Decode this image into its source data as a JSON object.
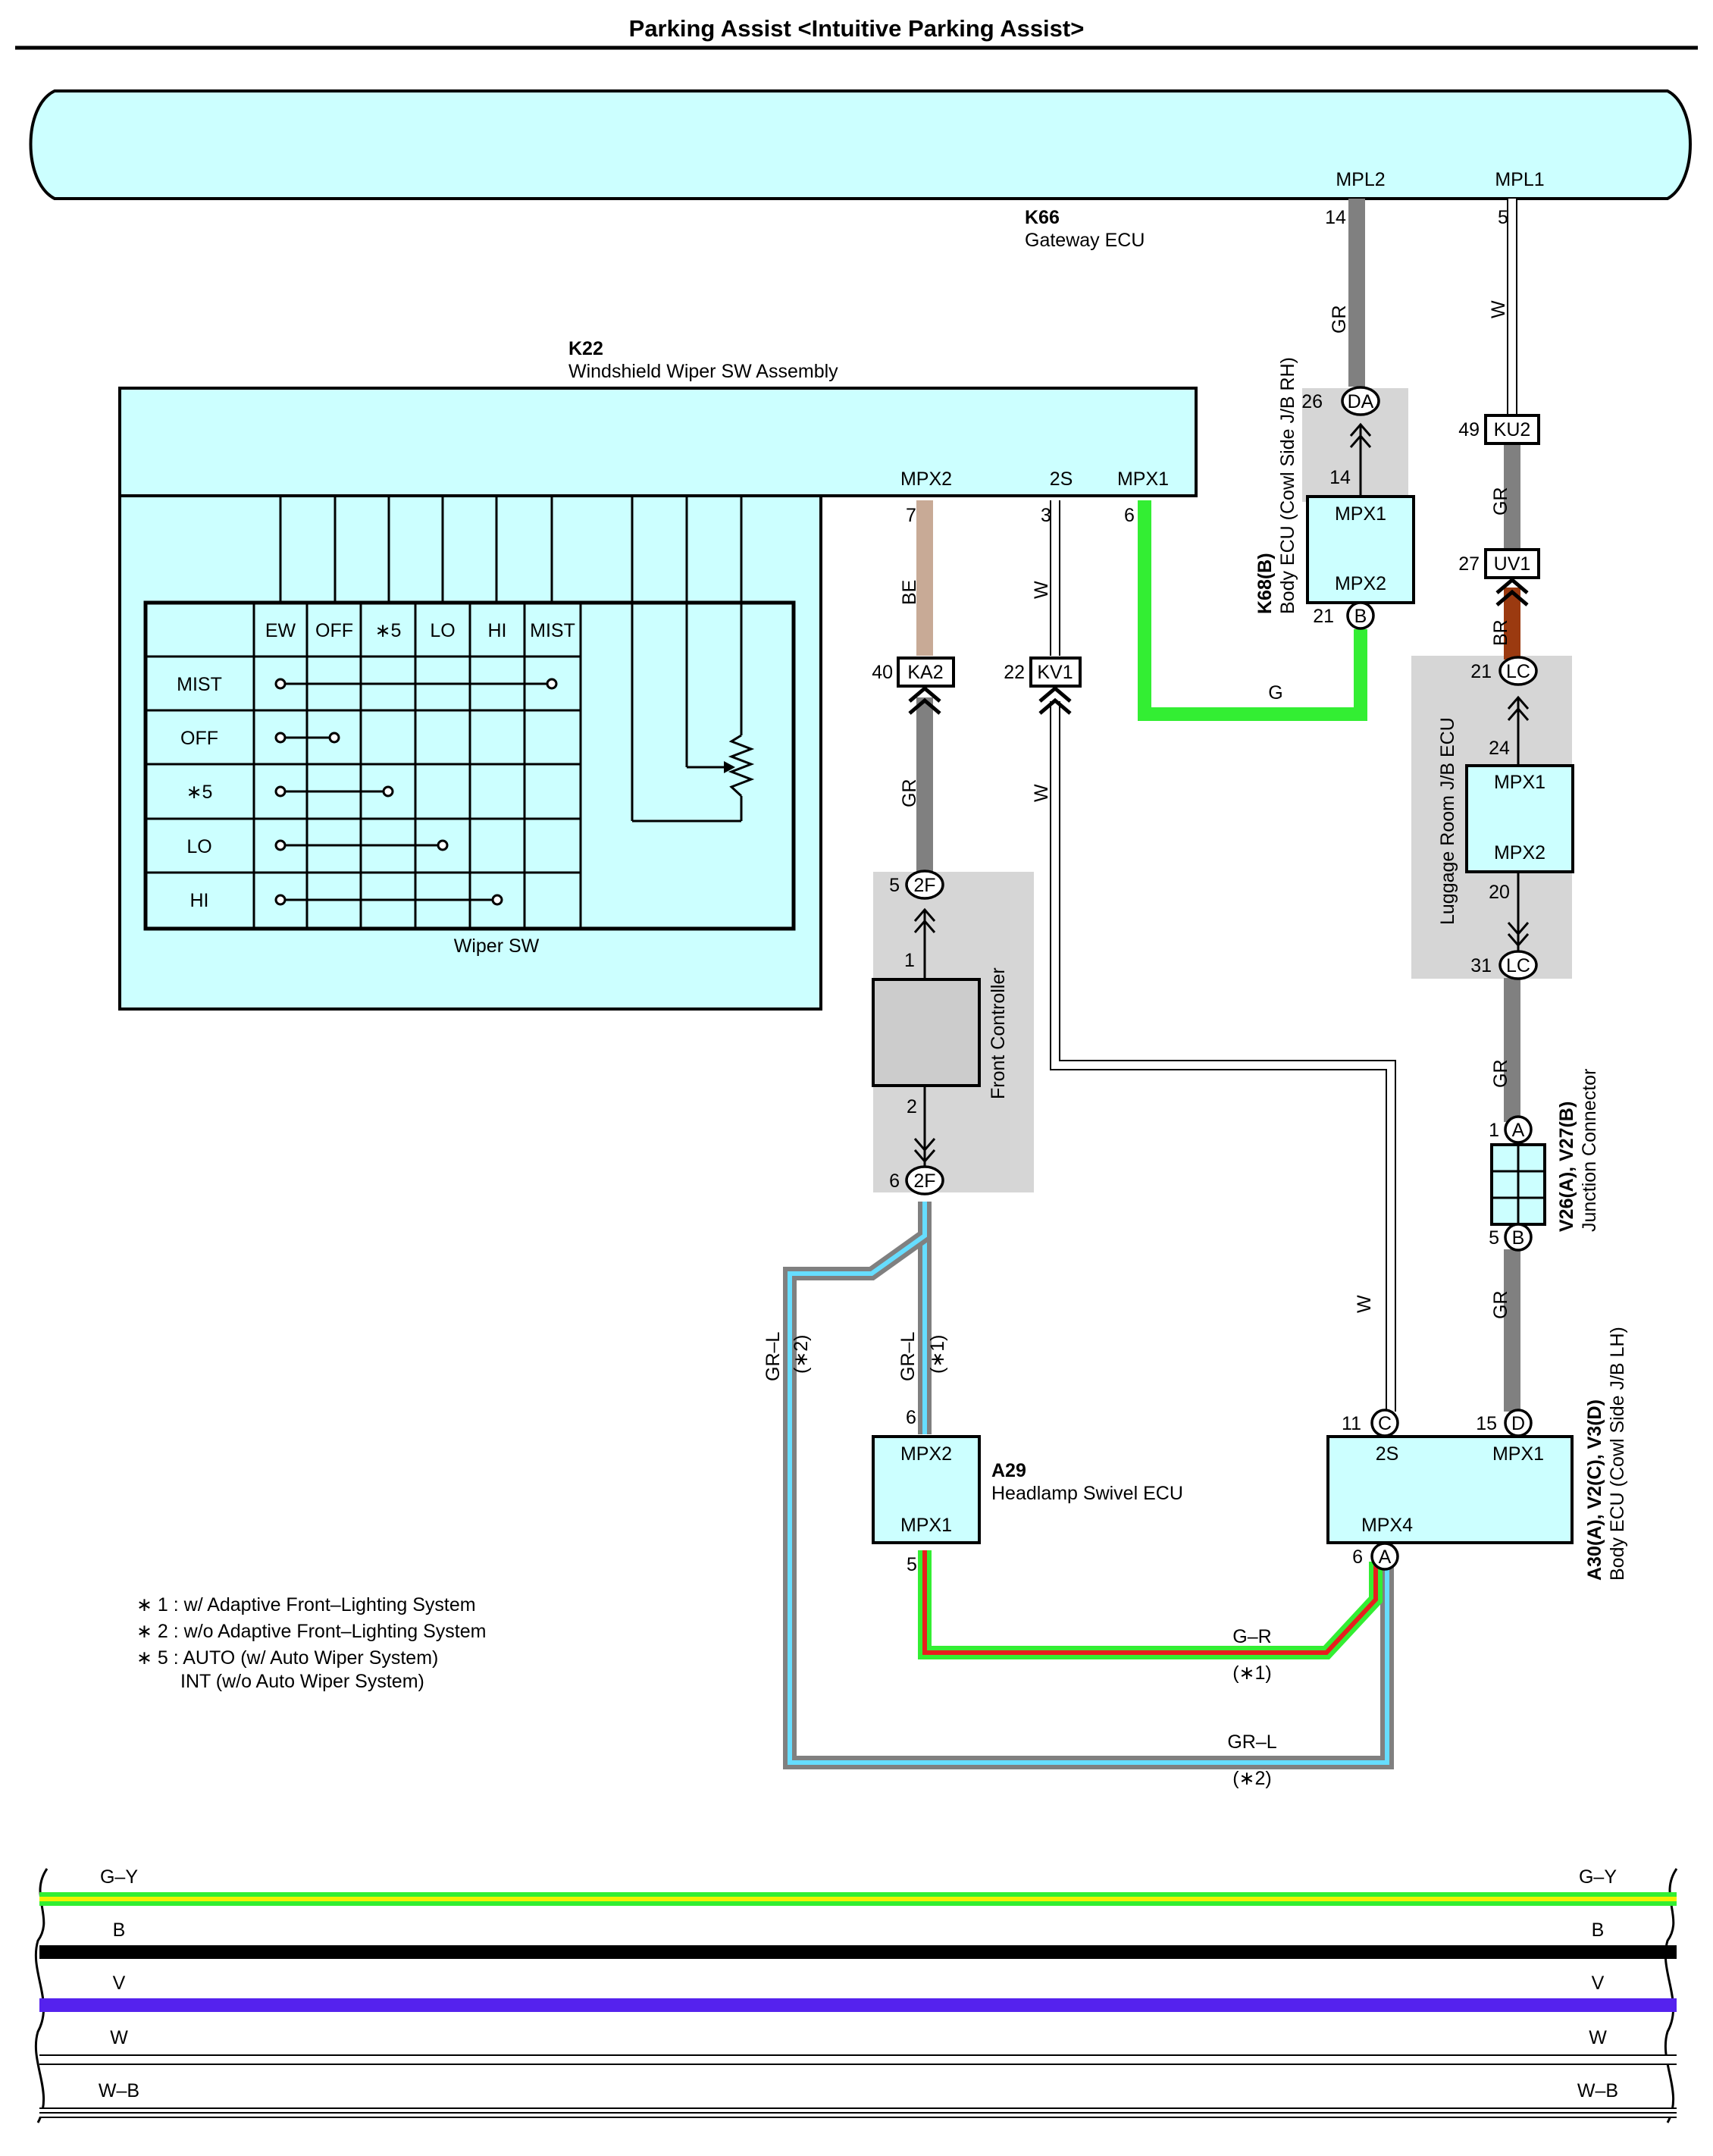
{
  "title": "Parking Assist <Intuitive Parking Assist>",
  "colors": {
    "ecu_fill": "#ccffff",
    "junction_fill": "#d6d6d6",
    "wire_GR": "#808080",
    "wire_BE": "#c8aa96",
    "wire_G": "#33ee33",
    "wire_BR": "#9b3a10",
    "wire_L": "#66ddff",
    "wire_R": "#e81e1e",
    "wire_Y": "#f2f200",
    "wire_V": "#5522ee",
    "wire_B": "#000000",
    "wire_W": "#ffffff"
  },
  "k66": {
    "code": "K66",
    "name": "Gateway ECU",
    "pins": [
      "MPL2",
      "MPL1"
    ]
  },
  "k22": {
    "code": "K22",
    "name": "Windshield Wiper SW Assembly",
    "pins": [
      "MPX2",
      "2S",
      "MPX1"
    ],
    "pin_numbers": [
      "7",
      "3",
      "6"
    ]
  },
  "wiper_sw": {
    "label": "Wiper SW",
    "columns": [
      "EW",
      "OFF",
      "∗5",
      "LO",
      "HI",
      "MIST"
    ],
    "rows": [
      "MIST",
      "OFF",
      "∗5",
      "LO",
      "HI"
    ]
  },
  "k68": {
    "code": "K68(B)",
    "name": "Body ECU (Cowl Side J/B RH)",
    "pins": [
      "MPX1",
      "MPX2"
    ],
    "connector_da": "DA",
    "connector_b": "B"
  },
  "luggage_jb": {
    "name": "Luggage Room J/B ECU",
    "pins": [
      "MPX1",
      "MPX2"
    ],
    "connector": "LC"
  },
  "front_controller": {
    "name": "Front Controller",
    "connector": "2F"
  },
  "junction_connector": {
    "code": "V26(A), V27(B)",
    "name": "Junction Connector",
    "pin_a": "A",
    "pin_b": "B"
  },
  "a29": {
    "code": "A29",
    "name": "Headlamp Swivel ECU",
    "pins": [
      "MPX2",
      "MPX1"
    ]
  },
  "a30": {
    "code": "A30(A), V2(C), V3(D)",
    "name": "Body ECU (Cowl Side J/B LH)",
    "pins": [
      "2S",
      "MPX1",
      "MPX4"
    ],
    "pin_c": "C",
    "pin_d": "D",
    "pin_a": "A"
  },
  "inline_connectors": [
    "KA2",
    "KV1",
    "KU2",
    "UV1"
  ],
  "pin_numbers": {
    "mpl2": "14",
    "mpl1": "5",
    "da": "26",
    "k68_top": "14",
    "k68_b": "21",
    "ku2": "49",
    "uv1": "27",
    "lc_top": "21",
    "lj_in": "24",
    "lj_out": "20",
    "lc_bot": "31",
    "ka2": "40",
    "kv1": "22",
    "f2_top": "5",
    "fc_in": "1",
    "fc_out": "2",
    "f2_bot": "6",
    "a29_in": "6",
    "a29_out": "5",
    "ja": "1",
    "jb": "5",
    "a30_c": "11",
    "a30_d": "15",
    "a30_a": "6"
  },
  "wire_labels": {
    "gr": "GR",
    "w": "W",
    "be": "BE",
    "g": "G",
    "br": "BR",
    "grl": "GR–L",
    "gr_r": "G–R",
    "n1": "(∗1)",
    "n2": "(∗2)"
  },
  "notes": [
    "∗ 1 : w/ Adaptive Front–Lighting System",
    "∗ 2 : w/o Adaptive Front–Lighting System",
    "∗ 5 : AUTO (w/ Auto Wiper System)",
    "INT (w/o Auto Wiper System)"
  ],
  "bus_wires": [
    {
      "label": "G–Y",
      "color": "#33ee33",
      "stripe": "#f2f200"
    },
    {
      "label": "B",
      "color": "#000000"
    },
    {
      "label": "V",
      "color": "#5522ee"
    },
    {
      "label": "W",
      "color": "#ffffff"
    },
    {
      "label": "W–B",
      "color": "#ffffff",
      "stripe": "#000000"
    }
  ]
}
